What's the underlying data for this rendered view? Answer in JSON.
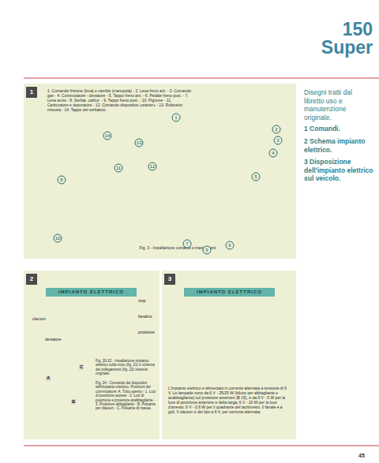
{
  "diagram": {
    "title": "150 Super",
    "nodes": [
      {
        "text": [
          "1. Comando frizione (leva) e cambio (manopola) - 2. Leva freno ant. - 3. Comando gas - 4. Commutatore - deviatore - 5. Tappo freno ant. - 6. Pedale freno post. - 7. Leva avvio - 8. Serbat. carbur. - 9. Tappo freno post. - 10. Pignone - 11. Carburatore e depuratore - 12. Comando dispositivo «starter» - 13. Rubinetto miscela - 14. Tappo del serbatoio.",
          "Fig. 3 - Installazione comandi e trasmissioni"
        ]
      },
      {
        "text": [
          "1"
        ],
        "in": 0
      },
      {
        "text": [
          "IMPIANTO ELETTRICO",
          "Fig. 20-22 - Installazione impianto elettrico sulla moto (fig. 21) e schema dei collegamenti (fig. 22) sistema originale.",
          "Fig. 24 - Comando dei dispositivi dell'impianto elettrico. Posizioni del commutatore: A. Tutto spento - 1. Luci di posizione accese - 2. Luci di posizione e proiettore anabbagliante - 3. Proiettore abbagliante - B. Pulsante per clacson - C. Pulsante di massa."
        ]
      },
      {
        "text": [
          "2"
        ],
        "in": 2
      },
      {
        "text": [
          "IMPIANTO ELETTRICO",
          "L'impianto elettrico è alimentato in corrente alternata a tensione di 6 V. Le lampade sono da 6 V - 25/25 W (biluce per abbagliante e anabbagliante) sul proiettore anteriore (B 15), e da 6 V - 5 W per la luce di posizione anteriore e della targa; 6 V - 10 W per la luce d'arresto; 6 V - 0,6 W per il quadrante del tachimetro. Il fanale è a goli. Il clacson è del tipo a 6 V, per corrente alternata."
        ]
      },
      {
        "text": [
          "3"
        ],
        "in": 4
      }
    ],
    "labels": [
      "Disegni tratti dal libretto uso e manutenzione originale.",
      "1 Comandi.",
      "2 Schema impianto elettrico.",
      "3 Disposizione dell'impianto elettrico sul veicolo.",
      "1",
      "2",
      "3",
      "4",
      "5",
      "6",
      "7",
      "8",
      "9",
      "10",
      "11",
      "12",
      "13",
      "14",
      "stop",
      "fanalino",
      "proiettore",
      "clacson",
      "deviatore",
      "A",
      "B",
      "C",
      "45"
    ]
  }
}
